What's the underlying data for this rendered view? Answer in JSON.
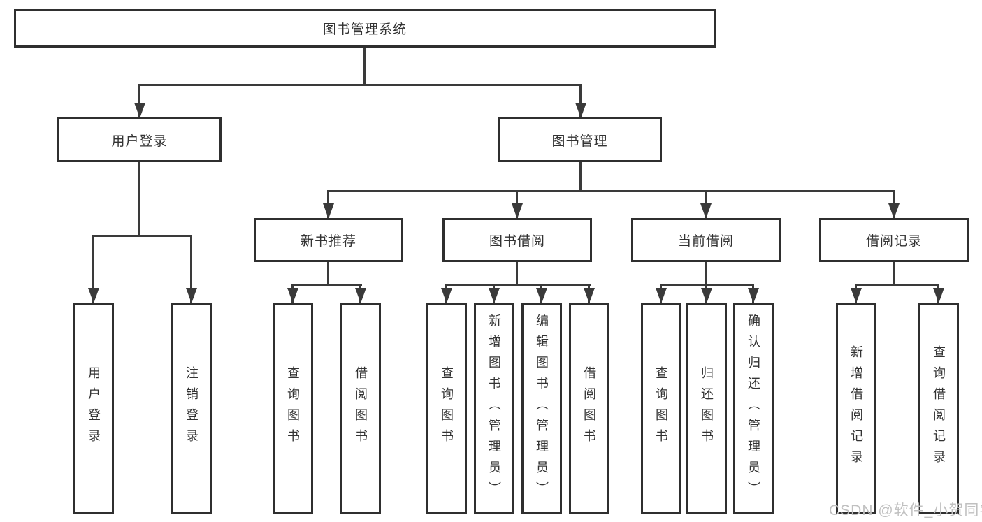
{
  "tree": {
    "label": "图书管理系统",
    "children": [
      {
        "label": "用户登录",
        "children": [
          {
            "label": "用户登录"
          },
          {
            "label": "注销登录"
          }
        ]
      },
      {
        "label": "图书管理",
        "children": [
          {
            "label": "新书推荐",
            "children": [
              {
                "label": "查询图书"
              },
              {
                "label": "借阅图书"
              }
            ]
          },
          {
            "label": "图书借阅",
            "children": [
              {
                "label": "查询图书"
              },
              {
                "label": "新增图书（管理员）"
              },
              {
                "label": "编辑图书（管理员）"
              },
              {
                "label": "借阅图书"
              }
            ]
          },
          {
            "label": "当前借阅",
            "children": [
              {
                "label": "查询图书"
              },
              {
                "label": "归还图书"
              },
              {
                "label": "确认归还（管理员）"
              }
            ]
          },
          {
            "label": "借阅记录",
            "children": [
              {
                "label": "新增借阅记录"
              },
              {
                "label": "查询借阅记录"
              }
            ]
          }
        ]
      }
    ]
  },
  "watermark": {
    "text": "CSDN @软件_小贺同学"
  },
  "colors": {
    "line": "#3a3a3a",
    "box_border": "#2f2f2f",
    "text": "#333333",
    "watermark": "#c0c0c0"
  }
}
